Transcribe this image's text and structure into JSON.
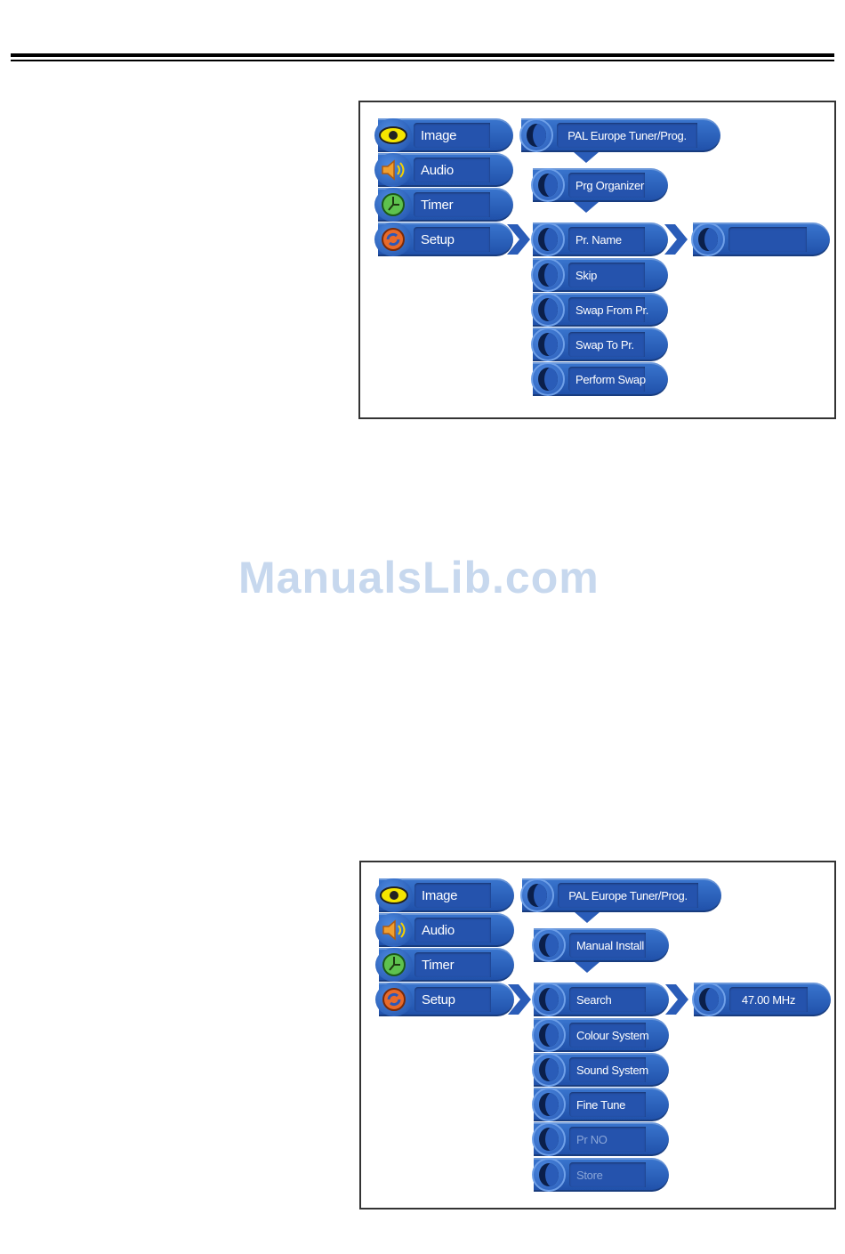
{
  "watermark": "ManualsLib.com",
  "panel1": {
    "main_menu": [
      {
        "label": "Image",
        "icon": "eye-icon"
      },
      {
        "label": "Audio",
        "icon": "speaker-icon"
      },
      {
        "label": "Timer",
        "icon": "clock-icon"
      },
      {
        "label": "Setup",
        "icon": "setup-icon"
      }
    ],
    "header": "PAL Europe Tuner/Prog.",
    "submenu_title": "Prg Organizer",
    "items": [
      "Pr.  Name",
      "Skip",
      "Swap From Pr.",
      "Swap To Pr.",
      "Perform Swap"
    ],
    "value_box": ""
  },
  "panel2": {
    "main_menu": [
      {
        "label": "Image",
        "icon": "eye-icon"
      },
      {
        "label": "Audio",
        "icon": "speaker-icon"
      },
      {
        "label": "Timer",
        "icon": "clock-icon"
      },
      {
        "label": "Setup",
        "icon": "setup-icon"
      }
    ],
    "header": "PAL Europe Tuner/Prog.",
    "submenu_title": "Manual Install",
    "items": [
      "Search",
      "Colour System",
      "Sound System",
      "Fine Tune",
      "Pr NO",
      "Store"
    ],
    "value_box": "47.00 MHz"
  }
}
